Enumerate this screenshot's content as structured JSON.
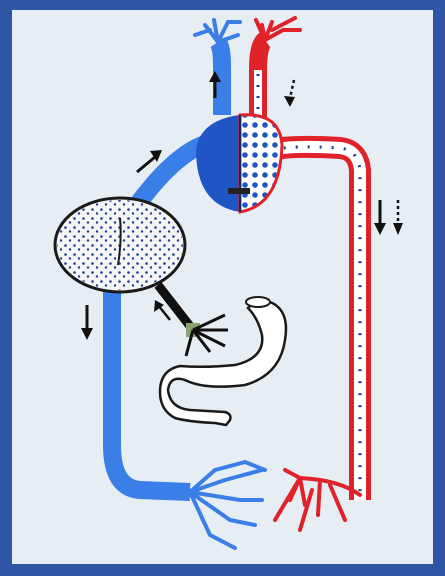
{
  "diagram": {
    "kind": "blood-circulation-diagram",
    "colors": {
      "frame": "#2f55a6",
      "panel": "#e6edf3",
      "deoxygenated_blood": "#3a7ee8",
      "oxygenated_blood": "#e0222a",
      "heart_dark": "#1f55c4",
      "digestive_vessel": "#101010",
      "junction": "#8aa36a",
      "organ_outline": "#1a1a1a",
      "dots": "#1b3f8c",
      "arrow": "#111111"
    },
    "icons": [
      "liver-organ",
      "heart-organ",
      "stomach-intestine-organ",
      "capillary-network",
      "flow-arrow"
    ]
  }
}
